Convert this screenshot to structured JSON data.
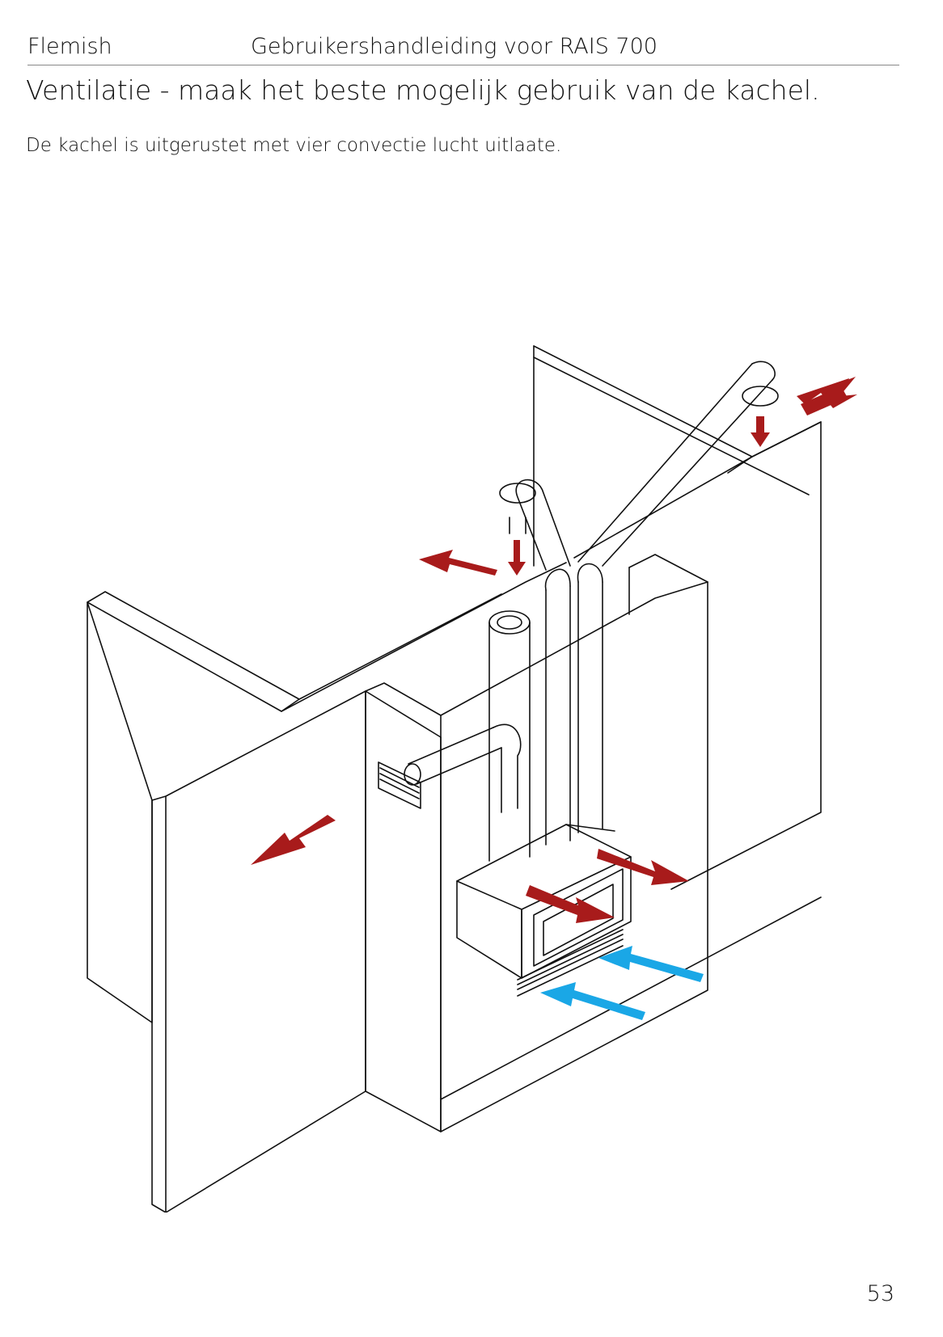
{
  "header": {
    "language": "Flemish",
    "title": "Gebruikershandleiding voor RAIS 700"
  },
  "section": {
    "title": "Ventilatie - maak het beste mogelijk gebruik van de kachel.",
    "intro": "De kachel is uitgerustet met vier convectie lucht uitlaate."
  },
  "figure": {
    "hot_air_color": "#a81b1b",
    "cold_air_color": "#1aa7e6",
    "line_color": "#111111"
  },
  "page_number": "53"
}
